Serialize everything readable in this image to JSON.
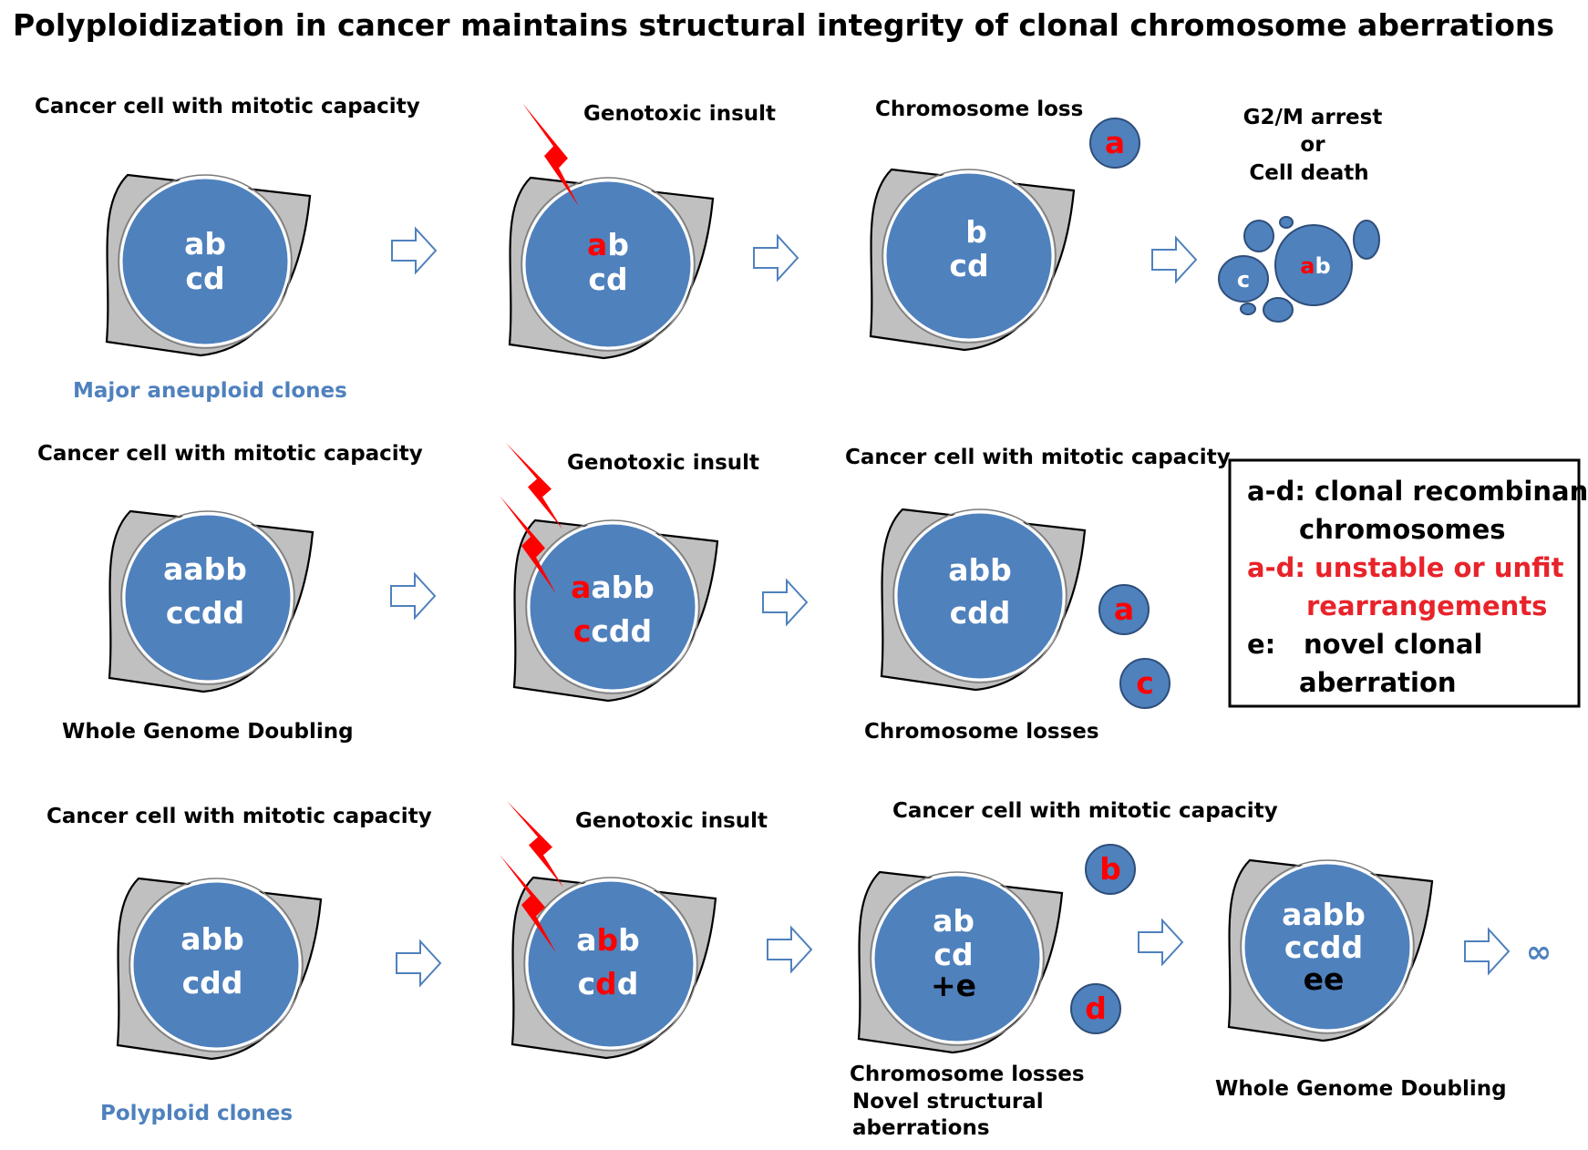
{
  "title": "Polyploidization in cancer maintains structural integrity of clonal chromosome aberrations",
  "row1": {
    "label_cell": "Cancer cell with mitotic capacity",
    "label_insult": "Genotoxic insult",
    "label_loss": "Chromosome loss",
    "label_arrest_1": "G2/M arrest",
    "label_arrest_2": "or",
    "label_arrest_3": "Cell death",
    "footer": "Major aneuploid clones",
    "cell1": {
      "line1": "ab",
      "line2": "cd"
    },
    "cell2": {
      "l1_red": "a",
      "l1_white": "b",
      "line2": "cd"
    },
    "cell3": {
      "line1": "b",
      "line2": "cd"
    },
    "fragment_a": "a",
    "fragment_c": "c",
    "death_nucleus": {
      "red": "a",
      "white": "b"
    }
  },
  "row2": {
    "label_cell": "Cancer cell with mitotic capacity",
    "label_insult": "Genotoxic insult",
    "label_cell_result": "Cancer cell with mitotic capacity",
    "footer_wgd": "Whole Genome Doubling",
    "footer_losses": "Chromosome losses",
    "cell1": {
      "line1": "aabb",
      "line2": "ccdd"
    },
    "cell2": {
      "l1_red": "a",
      "l1_white": "abb",
      "l2_red": "c",
      "l2_white": "cdd"
    },
    "cell3": {
      "line1": "abb",
      "line2": "cdd"
    },
    "fragment_a": "a",
    "fragment_c": "c"
  },
  "row3": {
    "label_cell": "Cancer cell with mitotic capacity",
    "label_insult": "Genotoxic insult",
    "label_cell_result": "Cancer cell with mitotic capacity",
    "footer": "Polyploid clones",
    "footer_losses_1": "Chromosome losses",
    "footer_losses_2": "Novel structural",
    "footer_losses_3": "aberrations",
    "footer_wgd": "Whole Genome Doubling",
    "cell1": {
      "line1": "abb",
      "line2": "cdd"
    },
    "cell2": {
      "l1_w1": "a",
      "l1_red": "b",
      "l1_w2": "b",
      "l2_w1": "c",
      "l2_red": "d",
      "l2_w2": "d"
    },
    "cell3": {
      "line1": "ab",
      "line2": "cd",
      "line3": "+e"
    },
    "fragment_b": "b",
    "fragment_d": "d",
    "cell4": {
      "line1": "aabb",
      "line2": "ccdd",
      "line3": "ee"
    },
    "infinity": "∞"
  },
  "legend": {
    "l1a": "a-d: clonal recombinant",
    "l1b": "chromosomes",
    "l2a": "a-d: unstable or unfit",
    "l2b": "rearrangements",
    "l3a": "e:",
    "l3b": "novel clonal",
    "l3c": "aberration"
  }
}
